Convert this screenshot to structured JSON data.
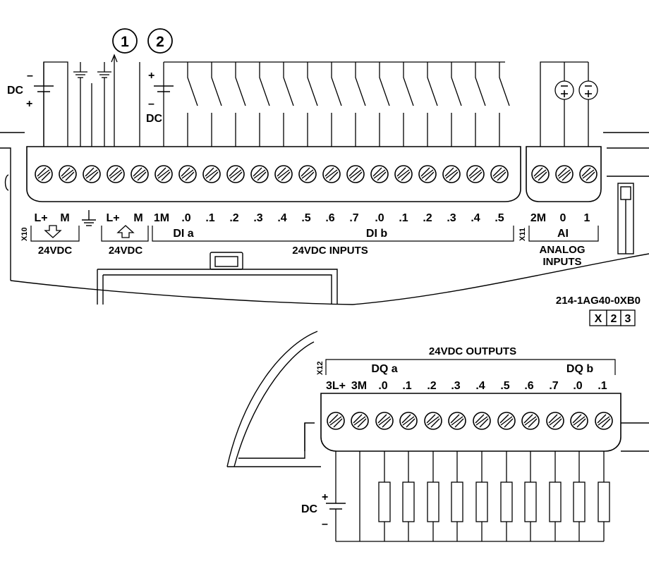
{
  "circled_labels": [
    "1",
    "2"
  ],
  "power": {
    "dc_label": "DC",
    "plus": "+",
    "minus": "–"
  },
  "top_block": {
    "connector_id": "X10",
    "supply_labels": [
      "L+",
      "M",
      "L+",
      "M"
    ],
    "supply_in_caption": "24VDC",
    "supply_out_caption": "24VDC",
    "di_terminals": [
      "1M",
      ".0",
      ".1",
      ".2",
      ".3",
      ".4",
      ".5",
      ".6",
      ".7",
      ".0",
      ".1",
      ".2",
      ".3",
      ".4",
      ".5"
    ],
    "di_group_a": "DI a",
    "di_group_b": "DI b",
    "di_section": "24VDC INPUTS"
  },
  "analog_block": {
    "connector_id": "X11",
    "terminals": [
      "2M",
      "0",
      "1"
    ],
    "group": "AI",
    "section_line1": "ANALOG",
    "section_line2": "INPUTS"
  },
  "order_number": "214-1AG40-0XB0",
  "version_boxes": [
    "X",
    "2",
    "3"
  ],
  "bottom_block": {
    "connector_id": "X12",
    "section": "24VDC OUTPUTS",
    "group_a": "DQ a",
    "group_b": "DQ b",
    "terminals": [
      "3L+",
      "3M",
      ".0",
      ".1",
      ".2",
      ".3",
      ".4",
      ".5",
      ".6",
      ".7",
      ".0",
      ".1"
    ]
  }
}
